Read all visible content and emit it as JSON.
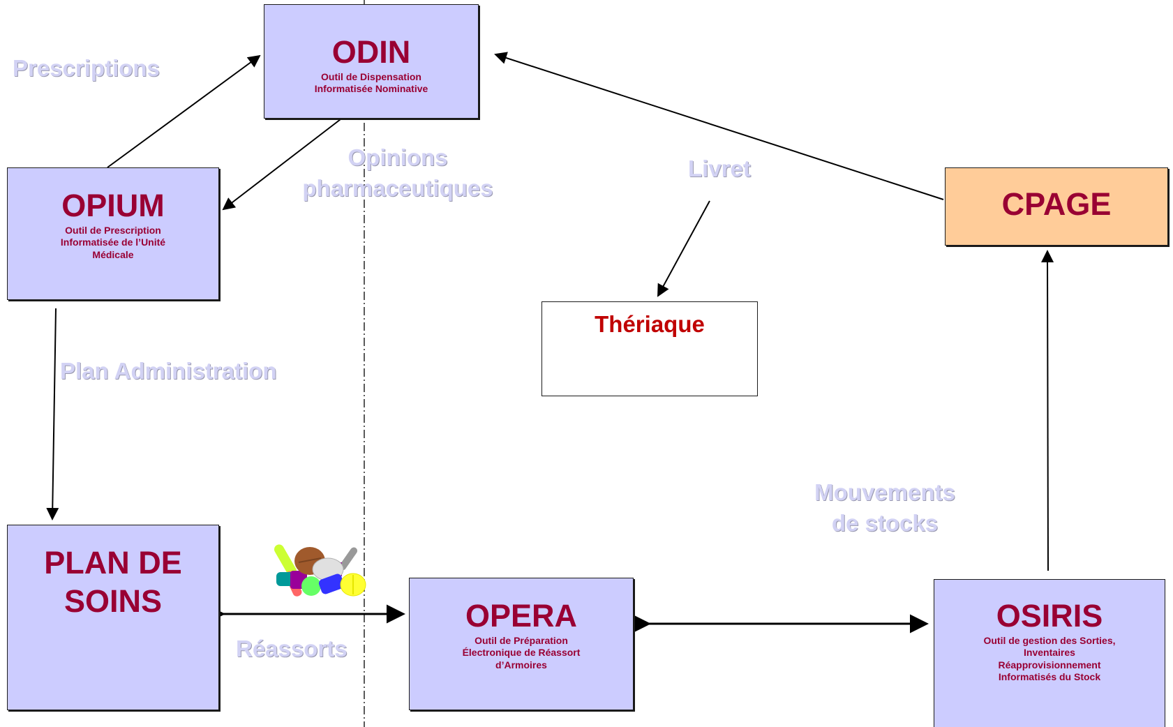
{
  "nodes": {
    "odin": {
      "title": "ODIN",
      "subtitle": [
        "Outil de Dispensation",
        "Informatisée Nominative"
      ]
    },
    "opium": {
      "title": "OPIUM",
      "subtitle": [
        "Outil de Prescription",
        "Informatisée de l’Unité",
        "Médicale"
      ]
    },
    "cpage": {
      "title": "CPAGE"
    },
    "theriaque": {
      "title": "Thériaque"
    },
    "plan_de_soins": {
      "title": [
        "PLAN DE",
        "SOINS"
      ]
    },
    "opera": {
      "title": "OPERA",
      "subtitle": [
        "Outil de Préparation",
        "Électronique de Réassort",
        "d’Armoires"
      ]
    },
    "osiris": {
      "title": "OSIRIS",
      "subtitle": [
        "Outil de gestion des Sorties,",
        "Inventaires",
        "Réapprovisionnement",
        "Informatisés du Stock"
      ]
    }
  },
  "edge_labels": {
    "prescriptions": "Prescriptions",
    "opinions": [
      "Opinions",
      "pharmaceutiques"
    ],
    "livret": "Livret",
    "plan_administration": "Plan Administration",
    "mouvements": [
      "Mouvements",
      "de stocks"
    ],
    "reassorts": "Réassorts"
  },
  "colors": {
    "node_fill": "#ccccff",
    "cpage_fill": "#ffcc99",
    "theriaque_fill": "#ffffff",
    "title_text": "#990033",
    "theriaque_text": "#c00000",
    "label_text": "#d2d2f4"
  },
  "icons": [
    "pills-cluster-icon"
  ]
}
